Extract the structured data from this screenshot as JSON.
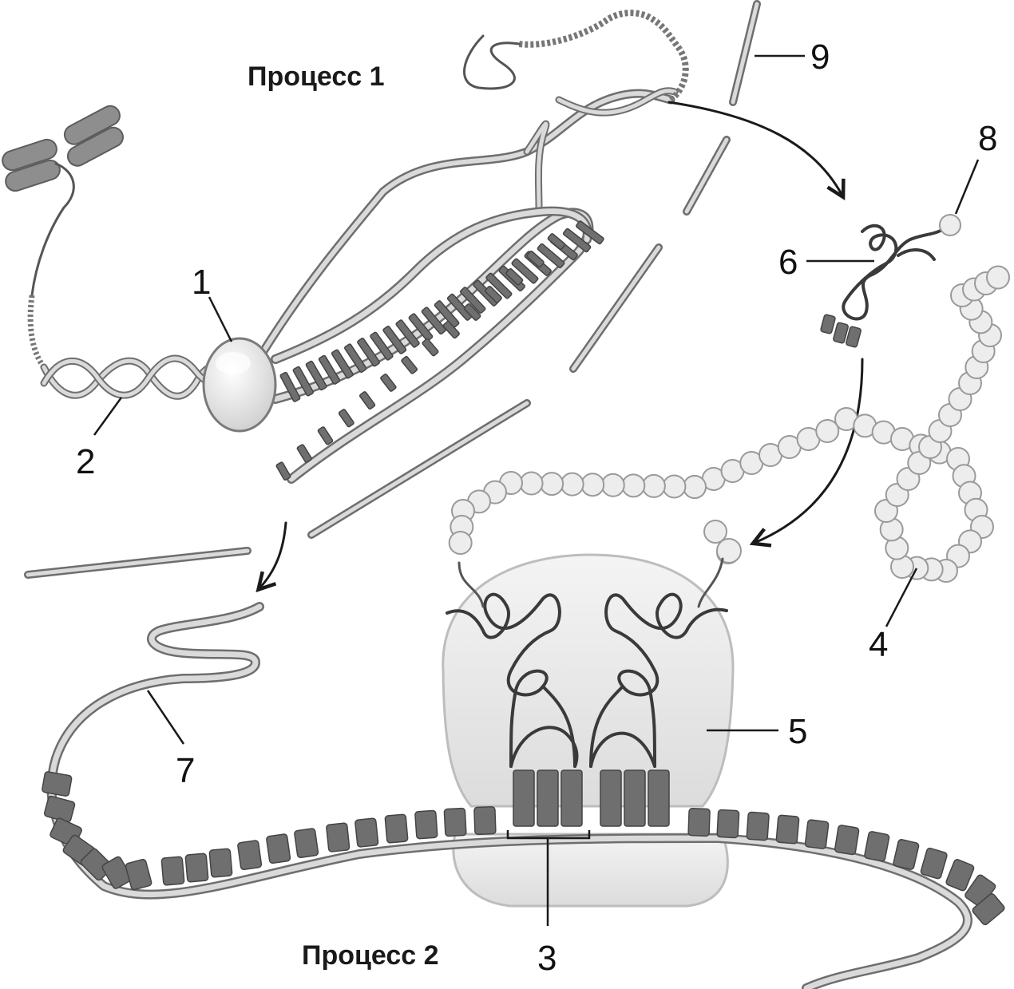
{
  "titles": {
    "process1": "Процесс 1",
    "process2": "Процесс 2"
  },
  "labels": {
    "l1": "1",
    "l2": "2",
    "l3": "3",
    "l4": "4",
    "l5": "5",
    "l6": "6",
    "l7": "7",
    "l8": "8",
    "l9": "9"
  },
  "colors": {
    "strand_outline": "#6e6e6e",
    "strand_fill": "#dadada",
    "base": "#6f6f6f",
    "ribosome": "#e8e8e8",
    "polymerase": "#ececec",
    "bead": "#ededed",
    "trna_line": "#3a3a3a",
    "text": "#111111"
  }
}
